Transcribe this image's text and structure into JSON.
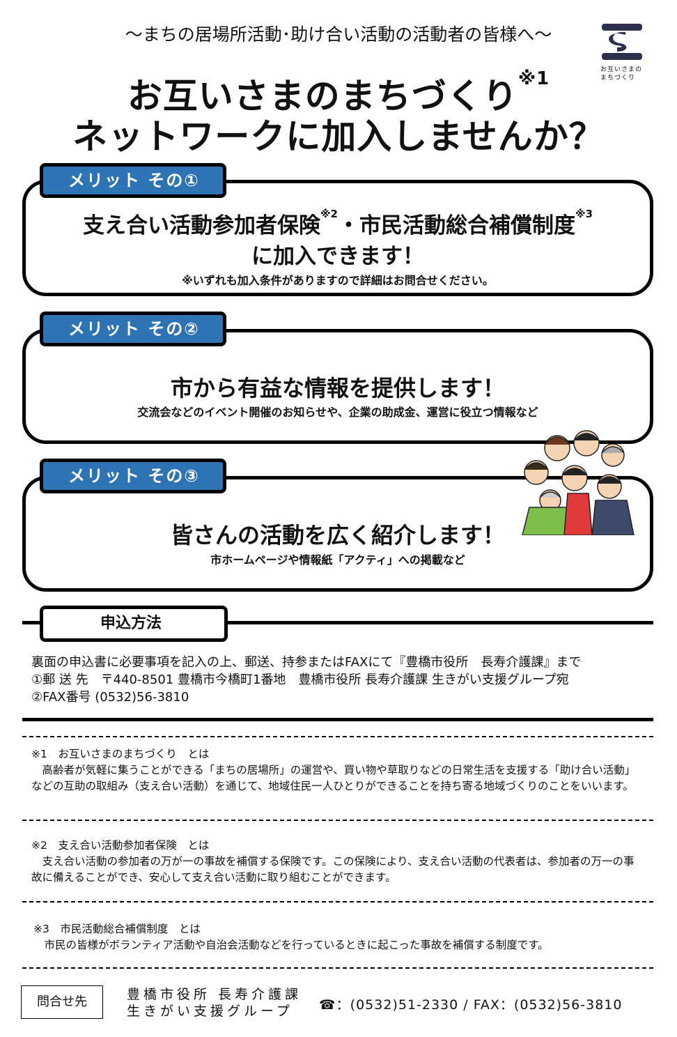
{
  "header": {
    "subtitle": "～まちの居場所活動･助け合い活動の活動者の皆様へ～",
    "title_line1": "お互いさまのまちづくり",
    "title_note": "※1",
    "title_line2": "ネットワークに加入しませんか？",
    "logo_text_1": "お互いさまの",
    "logo_text_2": "まちづくり",
    "logo_color": "#2d2f4e"
  },
  "merits": [
    {
      "tab": "メリット その①",
      "headline_a": "支え合い活動参加者保険",
      "note_a": "※2",
      "headline_sep": "・市民活動総合補償制度",
      "note_b": "※3",
      "headline_2": "に加入できます！",
      "detail": "※いずれも加入条件がありますので詳細はお問合せください。"
    },
    {
      "tab": "メリット その②",
      "headline": "市から有益な情報を提供します！",
      "detail": "交流会などのイベント開催のお知らせや、企業の助成金、運営に役立つ情報など"
    },
    {
      "tab": "メリット その③",
      "headline": "皆さんの活動を広く紹介します！",
      "detail": "市ホームページや情報紙「アクティ」への掲載など"
    }
  ],
  "apply": {
    "tab": "申込方法",
    "line1": "裏面の申込書に必要事項を記入の上、郵送、持参またはFAXにて『豊橋市役所　長寿介護課』まで",
    "line2": "①郵 送 先　〒440-8501 豊橋市今橋町1番地　豊橋市役所 長寿介護課 生きがい支援グループ宛",
    "line3": "②FAX番号 (0532)56-3810"
  },
  "notes": [
    {
      "title": "※1　お互いさまのまちづくり　とは",
      "text": "　高齢者が気軽に集うことができる「まちの居場所」の運営や、買い物や草取りなどの日常生活を支援する「助け合い活動」などの互助の取組み（支え合い活動）を通じて、地域住民一人ひとりができることを持ち寄る地域づくりのことをいいます。"
    },
    {
      "title": "※2　支え合い活動参加者保険　とは",
      "text": "　支え合い活動の参加者の万が一の事故を補償する保険です。この保険により、支え合い活動の代表者は、参加者の万一の事故に備えることができ、安心して支え合い活動に取り組むことができます。"
    },
    {
      "title": "※3　市民活動総合補償制度　とは",
      "text": "　市民の皆様がボランティア活動や自治会活動などを行っているときに起こった事故を補償する制度です。"
    }
  ],
  "contact": {
    "label": "問合せ先",
    "org_1": "豊橋市役所 長寿介護課",
    "org_2": "生きがい支援グループ",
    "phone_icon": "phone-icon",
    "phone": "：(0532)51-2330 / FAX：(0532)56-3810"
  },
  "colors": {
    "tab_blue": "#2e74b5"
  }
}
